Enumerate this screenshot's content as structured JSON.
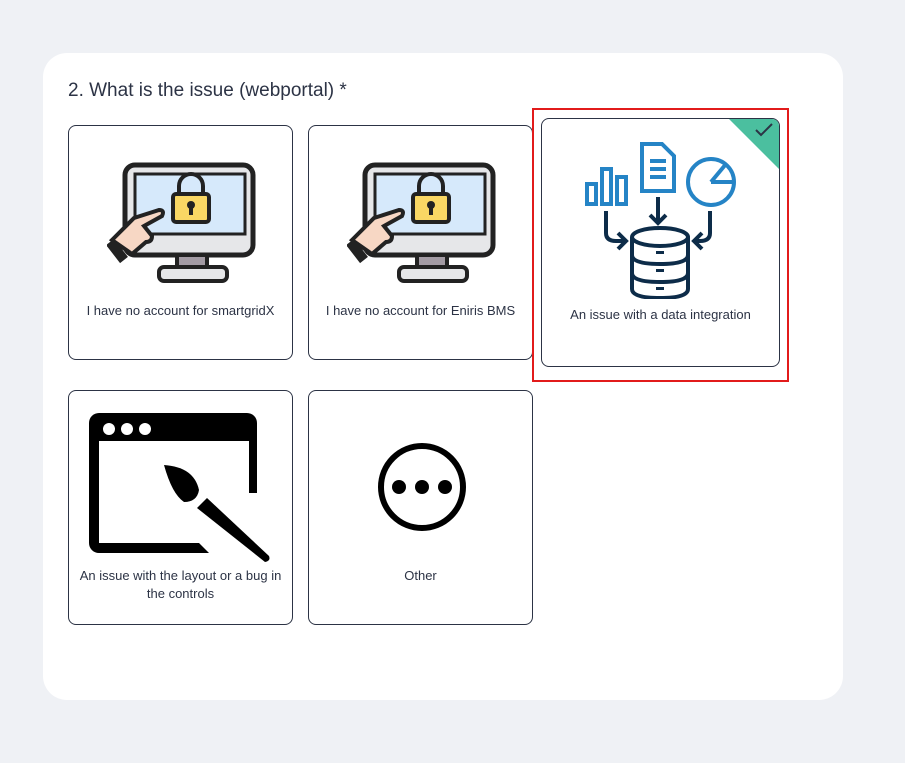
{
  "question": {
    "title": "2. What is the issue (webportal) *"
  },
  "options": [
    {
      "label": "I have no account for smartgridX",
      "icon": "locked-computer-icon",
      "selected": false
    },
    {
      "label": "I have no account for Eniris BMS",
      "icon": "locked-computer-icon",
      "selected": false
    },
    {
      "label": "An issue with a data integration",
      "icon": "data-integration-icon",
      "selected": true
    },
    {
      "label": "An issue with the layout or a bug in the controls",
      "icon": "window-paintbrush-icon",
      "selected": false
    },
    {
      "label": "Other",
      "icon": "more-dots-icon",
      "selected": false
    }
  ],
  "colors": {
    "selected_check": "#4bbf9f",
    "highlight_outline": "#e21b1b",
    "text": "#2c3345",
    "page_bg": "#eff1f5"
  }
}
